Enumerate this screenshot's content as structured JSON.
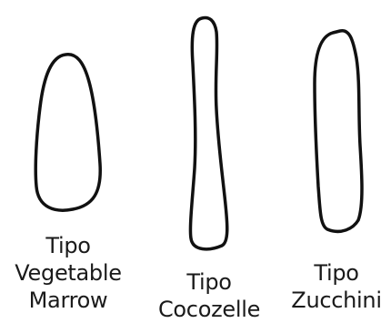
{
  "figure": {
    "stroke_color": "#111111",
    "fill_color": "#ffffff",
    "types": [
      {
        "id": "vegetable-marrow",
        "shape_icon": "vegetable-marrow-outline-icon",
        "label_lines": [
          "Tipo",
          "Vegetable",
          "Marrow"
        ]
      },
      {
        "id": "cocozelle",
        "shape_icon": "cocozelle-outline-icon",
        "label_lines": [
          "Tipo",
          "Cocozelle"
        ]
      },
      {
        "id": "zucchini",
        "shape_icon": "zucchini-outline-icon",
        "label_lines": [
          "Tipo",
          "Zucchini"
        ]
      }
    ]
  }
}
